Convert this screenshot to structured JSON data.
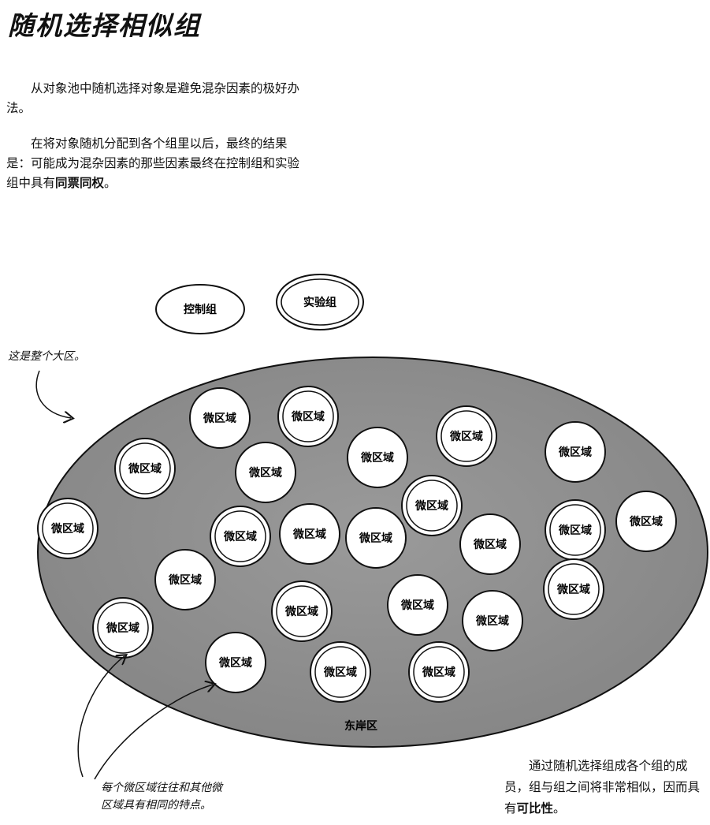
{
  "title": "随机选择相似组",
  "intro": {
    "para1": "从对象池中随机选择对象是避免混杂因素的极好办法。",
    "para2_prefix": "在将对象随机分配到各个组里以后，最终的结果是：可能成为混杂因素的那些因素最终在控制组和实验组中具有",
    "para2_bold": "同票同权",
    "para2_suffix": "。"
  },
  "legend": {
    "control_label": "控制组",
    "experimental_label": "实验组"
  },
  "region_note": "这是整个大区。",
  "region_label": "东岸区",
  "microregion_label": "微区域",
  "microregions": [
    {
      "group": "control"
    },
    {
      "group": "experimental"
    },
    {
      "group": "experimental"
    },
    {
      "group": "control"
    },
    {
      "group": "control"
    },
    {
      "group": "experimental"
    },
    {
      "group": "control"
    },
    {
      "group": "experimental"
    },
    {
      "group": "experimental"
    },
    {
      "group": "control"
    },
    {
      "group": "control"
    },
    {
      "group": "experimental"
    },
    {
      "group": "control"
    },
    {
      "group": "experimental"
    },
    {
      "group": "control"
    },
    {
      "group": "control"
    },
    {
      "group": "experimental"
    },
    {
      "group": "control"
    },
    {
      "group": "control"
    },
    {
      "group": "experimental"
    },
    {
      "group": "experimental"
    },
    {
      "group": "control"
    },
    {
      "group": "experimental"
    },
    {
      "group": "experimental"
    }
  ],
  "microregion_note_line1": "每个微区域往往和其他微",
  "microregion_note_line2": "区域具有相同的特点。",
  "conclusion": {
    "prefix": "通过随机选择组成各个组的成员，组与组之间将非常相似，因而具有",
    "bold": "可比性",
    "suffix": "。"
  },
  "colors": {
    "region_fill": "#8f8f8f",
    "circle_fill": "#ffffff",
    "stroke": "#111111"
  }
}
